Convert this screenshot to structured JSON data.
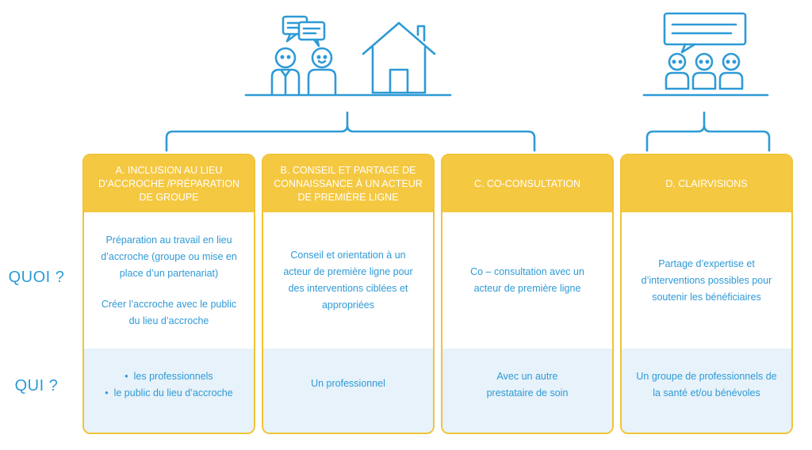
{
  "rows": {
    "what": "QUOI ?",
    "who": "QUI ?"
  },
  "icons": {
    "group_left": [
      "speech-bubbles-icon",
      "two-people-icon",
      "house-icon"
    ],
    "group_right": [
      "speech-bubble-icon",
      "three-people-icon"
    ]
  },
  "colors": {
    "accent_blue": "#2e9ad6",
    "header_yellow": "#f5c842",
    "border_yellow": "#f0c437",
    "who_band": "#e7f2fa"
  },
  "cards": [
    {
      "title": "A. INCLUSION AU LIEU D’ACCROCHE /PRÉPARATION DE GROUPE",
      "what": [
        "Préparation au travail en lieu d’accroche (groupe ou mise en place d’un partenariat)",
        "Créer l’accroche avec le public du lieu d’accroche"
      ],
      "who": [
        "les professionnels",
        "le public du lieu d’accroche"
      ]
    },
    {
      "title": "B. CONSEIL ET PARTAGE DE CONNAISSANCE À UN ACTEUR DE PREMIÈRE LIGNE",
      "what": [
        "Conseil et orientation à un acteur de première ligne  pour des interventions ciblées et appropriées"
      ],
      "who": [
        "Un professionnel"
      ]
    },
    {
      "title": "C. CO-CONSULTATION",
      "what": [
        "Co – consultation avec un acteur de première ligne"
      ],
      "who": [
        "Avec un autre prestataire de soin"
      ]
    },
    {
      "title": "D. CLAIRVISIONS",
      "what": [
        "Partage d’expertise et d’interventions possibles pour soutenir les bénéficiaires"
      ],
      "who": [
        "Un groupe de professionnels de la santé et/ou bénévoles"
      ]
    }
  ]
}
